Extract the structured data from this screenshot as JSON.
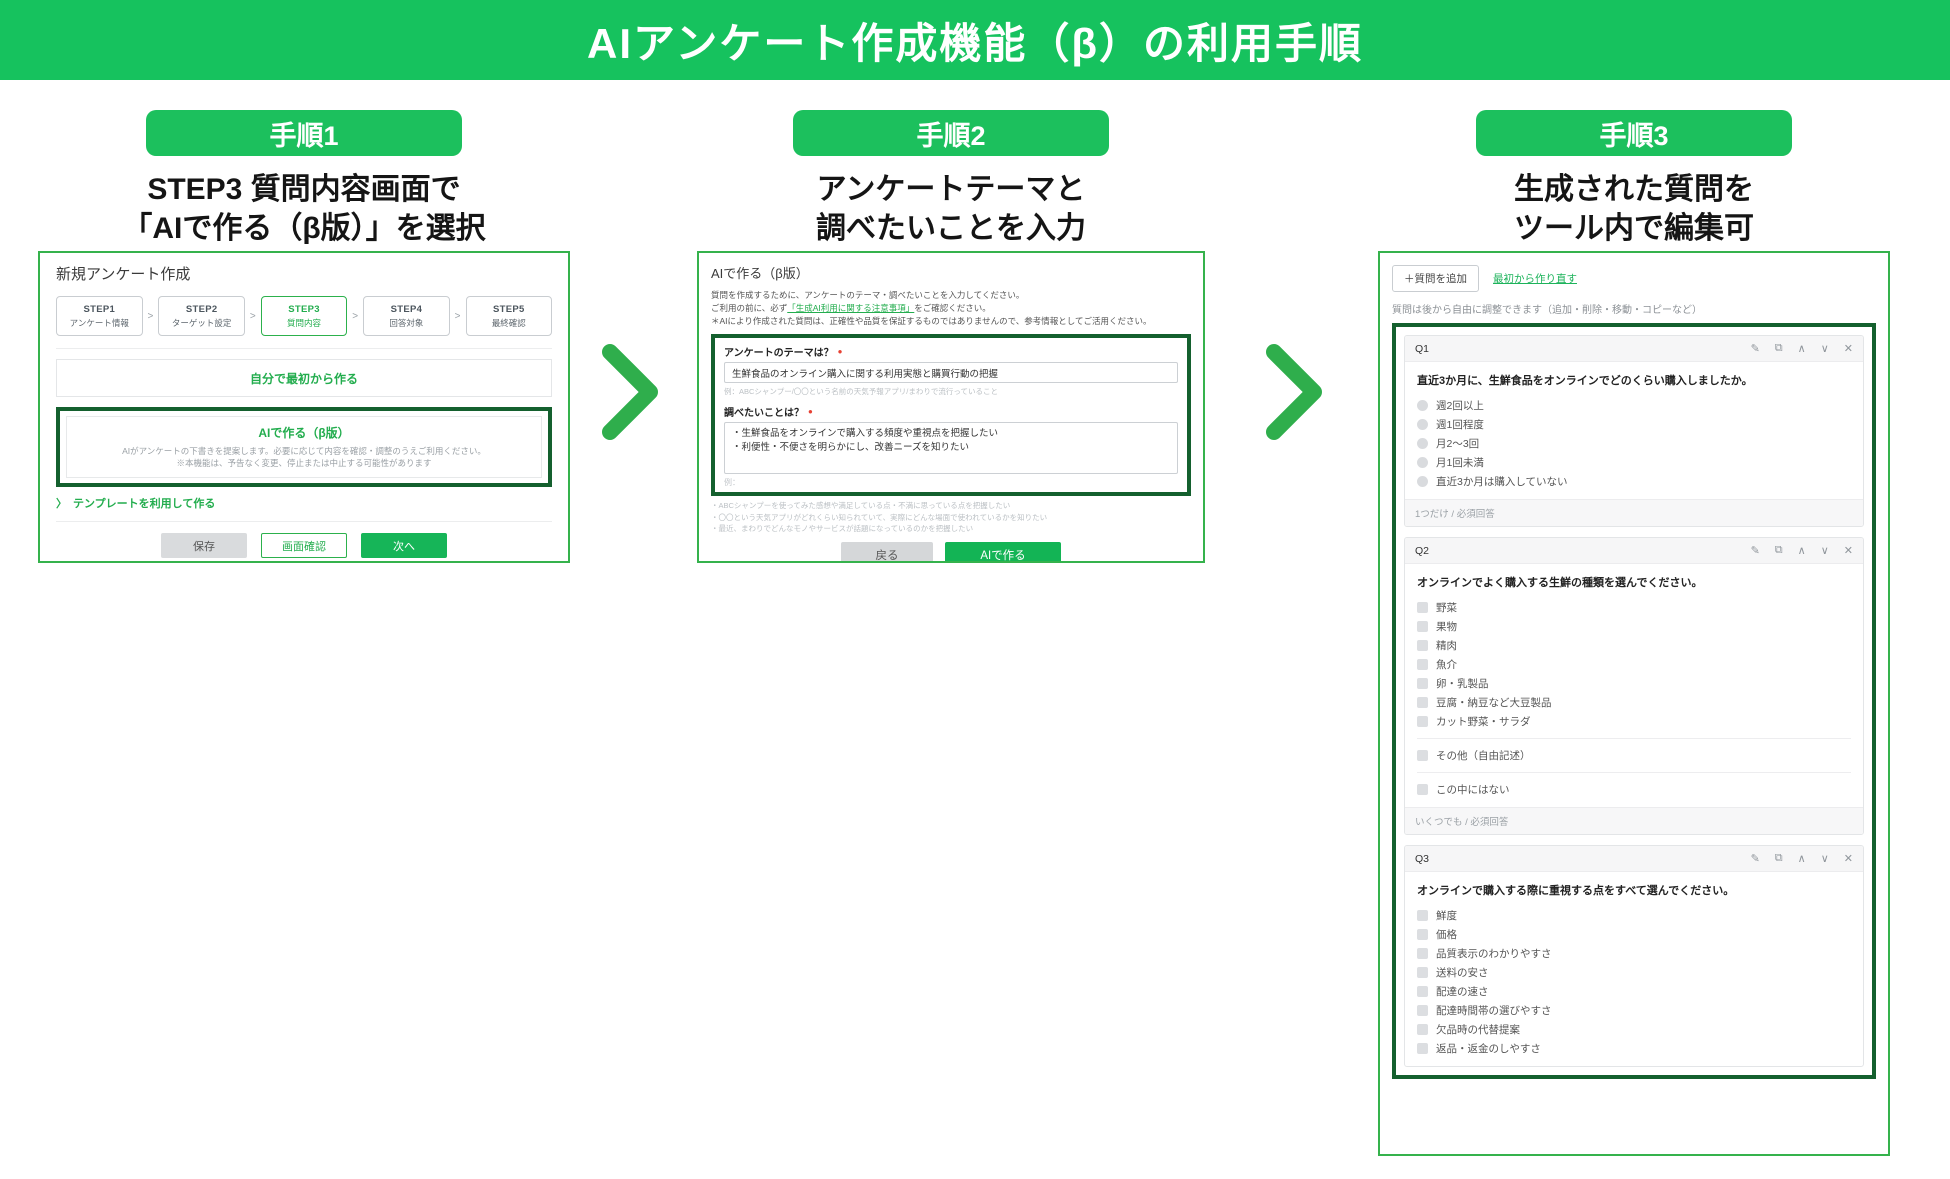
{
  "banner": {
    "title": "AIアンケート作成機能（β）の利用手順"
  },
  "ui": {
    "wizard_separator": ">",
    "required_dot": "●",
    "template_chevron": "〉",
    "icons": {
      "edit": "✎",
      "copy": "⧉",
      "up": "∧",
      "down": "∨",
      "close": "✕"
    }
  },
  "steps": [
    {
      "badge": "手順1",
      "heading_line1": "STEP3 質問内容画面で",
      "heading_line2": "「AIで作る（β版）」を選択",
      "screen": {
        "title": "新規アンケート作成",
        "wizard": [
          {
            "step": "STEP1",
            "label": "アンケート情報"
          },
          {
            "step": "STEP2",
            "label": "ターゲット設定"
          },
          {
            "step": "STEP3",
            "label": "質問内容"
          },
          {
            "step": "STEP4",
            "label": "回答対象"
          },
          {
            "step": "STEP5",
            "label": "最終確認"
          }
        ],
        "option_self": "自分で最初から作る",
        "ai_card": {
          "title": "AIで作る（β版）",
          "desc1": "AIがアンケートの下書きを提案します。必要に応じて内容を確認・調整のうえご利用ください。",
          "desc2": "※本機能は、予告なく変更、停止または中止する可能性があります"
        },
        "template_link": "テンプレートを利用して作る",
        "buttons": {
          "save": "保存",
          "preview": "画面確認",
          "next": "次へ"
        }
      }
    },
    {
      "badge": "手順2",
      "heading_line1": "アンケートテーマと",
      "heading_line2": "調べたいことを入力",
      "screen": {
        "title": "AIで作る（β版）",
        "desc_line1": "質問を作成するために、アンケートのテーマ・調べたいことを入力してください。",
        "desc_line2_pre": "ご利用の前に、必ず",
        "desc_line2_link": "「生成AI利用に関する注意事項」",
        "desc_line2_post": "をご確認ください。",
        "desc_line3": "＊AIにより作成された質問は、正確性や品質を保証するものではありませんので、参考情報としてご活用ください。",
        "theme_label": "アンケートのテーマは？",
        "theme_value": "生鮮食品のオンライン購入に関する利用実態と購買行動の把握",
        "theme_hint": "例：ABCシャンプー/〇〇という名前の天気予報アプリ/まわりで流行っていること",
        "research_label": "調べたいことは？",
        "research_value": "・生鮮食品をオンラインで購入する頻度や重視点を把握したい\n・利便性・不便さを明らかにし、改善ニーズを知りたい",
        "example_label": "例：",
        "hints": [
          "・ABCシャンプーを使ってみた感想や満足している点・不満に思っている点を把握したい",
          "・〇〇という天気アプリがどれくらい知られていて、実際にどんな場面で使われているかを知りたい",
          "・最近、まわりでどんなモノやサービスが話題になっているのかを把握したい"
        ],
        "buttons": {
          "back": "戻る",
          "create": "AIで作る"
        }
      }
    },
    {
      "badge": "手順3",
      "heading_line1": "生成された質問を",
      "heading_line2": "ツール内で編集可",
      "screen": {
        "add_button": "＋質問を追加",
        "recreate_link": "最初から作り直す",
        "note": "質問は後から自由に調整できます（追加・削除・移動・コピーなど）",
        "q1": {
          "id": "Q1",
          "text": "直近3か月に、生鮮食品をオンラインでどのくらい購入しましたか。",
          "options": [
            "週2回以上",
            "週1回程度",
            "月2〜3回",
            "月1回未満",
            "直近3か月は購入していない"
          ],
          "footer": "1つだけ / 必須回答"
        },
        "q2": {
          "id": "Q2",
          "text": "オンラインでよく購入する生鮮の種類を選んでください。",
          "options": [
            "野菜",
            "果物",
            "精肉",
            "魚介",
            "卵・乳製品",
            "豆腐・納豆など大豆製品",
            "カット野菜・サラダ"
          ],
          "option_other": "その他（自由記述）",
          "option_none": "この中にはない",
          "footer": "いくつでも / 必須回答"
        },
        "q3": {
          "id": "Q3",
          "text": "オンラインで購入する際に重視する点をすべて選んでください。",
          "options": [
            "鮮度",
            "価格",
            "品質表示のわかりやすさ",
            "送料の安さ",
            "配達の速さ",
            "配達時間帯の選びやすさ",
            "欠品時の代替提案",
            "返品・返金のしやすさ"
          ]
        }
      }
    }
  ]
}
